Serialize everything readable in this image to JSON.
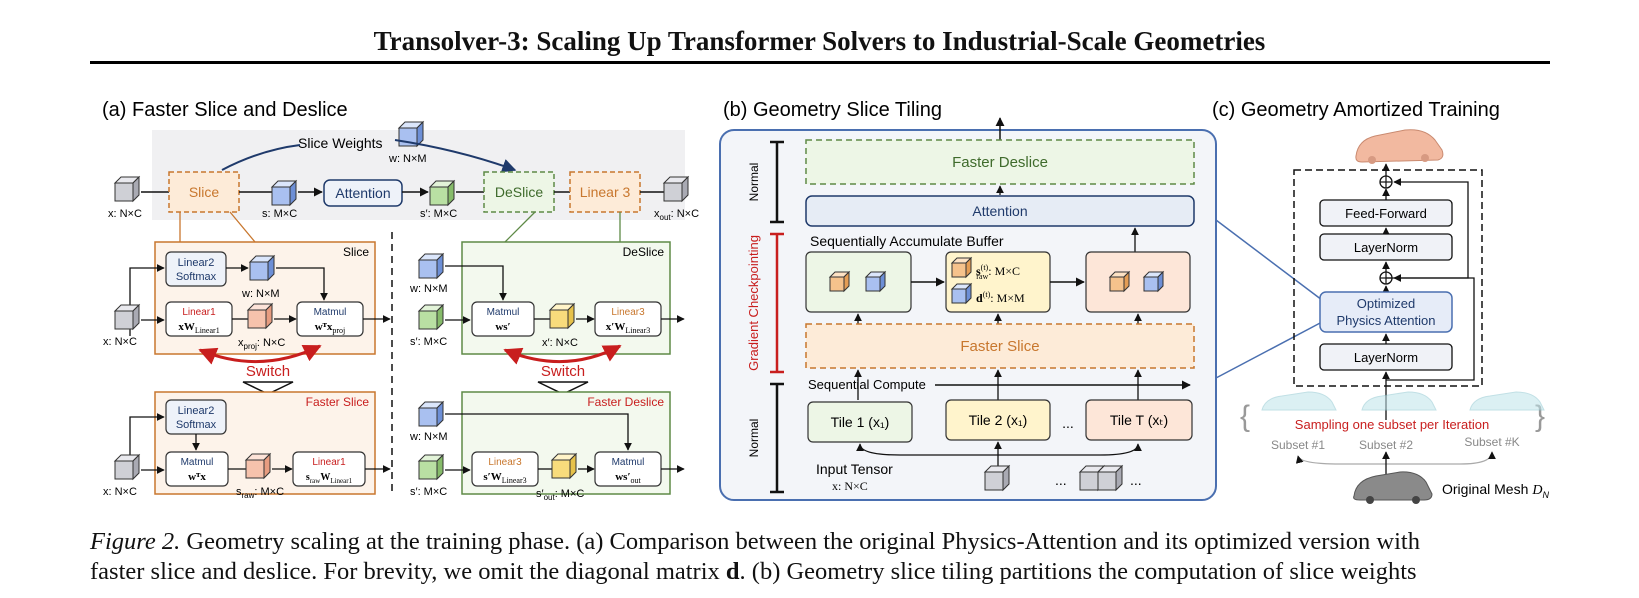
{
  "paper_title": "Transolver-3: Scaling Up Transformer Solvers to Industrial-Scale Geometries",
  "colors": {
    "orange": "#c8772e",
    "green": "#5e8a46",
    "blue": "#4a6fb0",
    "red": "#c81e1e",
    "darkblue": "#1f3a6b"
  },
  "panel_a": {
    "title": "(a) Faster Slice and Deslice",
    "slice_weights": "Slice Weights",
    "w_top": "w: N×M",
    "x_in": "x: N×C",
    "slice": "Slice",
    "s_label": "s: M×C",
    "attention": "Attention",
    "s_prime": "s′: M×C",
    "deslice": "DeSlice",
    "linear3": "Linear 3",
    "x_out": "x",
    "x_out_sub": "out",
    "x_out_dim": ": N×C",
    "slice_box": {
      "title": "Slice",
      "linear2": "Linear2",
      "softmax": "Softmax",
      "w": "w: N×M",
      "linear1": "Linear1",
      "xw": "xW",
      "xw_sub": "Linear1",
      "xproj": "x",
      "xproj_sub": "proj",
      "xproj_dim": ": N×C",
      "matmul": "Matmul",
      "wtx": "wᵀx",
      "wtx_sub": "proj",
      "x": "x: N×C"
    },
    "deslice_box": {
      "title": "DeSlice",
      "w": "w: N×M",
      "matmul": "Matmul",
      "wsp": "ws′",
      "linear3": "Linear3",
      "xw3": "x′W",
      "xw3_sub": "Linear3",
      "xp": "x′: N×C",
      "sp": "s′: M×C"
    },
    "switch": "Switch",
    "faster_slice_box": {
      "title": "Faster Slice",
      "linear2": "Linear2",
      "softmax": "Softmax",
      "matmul": "Matmul",
      "wtx": "wᵀx",
      "sraw": "s",
      "sraw_sub": "raw",
      "sraw_dim": ": M×C",
      "linear1": "Linear1",
      "srawW": "s",
      "srawW_sub": "raw",
      "srawW_w": "W",
      "srawW_wsub": "Linear1",
      "x": "x: N×C"
    },
    "faster_deslice_box": {
      "title": "Faster Deslice",
      "w": "w: N×M",
      "linear3": "Linear3",
      "sW": "s′W",
      "sW_sub": "Linear3",
      "matmul": "Matmul",
      "wsout": "ws′",
      "wsout_sub": "out",
      "sout": "s′",
      "sout_sub": "out",
      "sout_dim": ": M×C",
      "sp": "s′: M×C"
    }
  },
  "panel_b": {
    "title": "(b) Geometry Slice Tiling",
    "normal_top": "Normal",
    "grad_ckpt": "Gradient Checkpointing",
    "normal_bottom": "Normal",
    "faster_deslice": "Faster Deslice",
    "attention": "Attention",
    "buffer": "Sequentially Accumulate Buffer",
    "s_raw": "s",
    "s_raw_sup": "(t)",
    "s_raw_sub": "raw",
    "s_raw_dim": ": M×C",
    "d_t": "d",
    "d_t_sup": "(t)",
    "d_t_dim": ": M×M",
    "faster_slice": "Faster Slice",
    "seq_compute": "Sequential Compute",
    "tile1": "Tile 1 (x₁)",
    "tile2": "Tile 2 (x₁)",
    "ellipsis": "...",
    "tileT": "Tile T (xₜ)",
    "input_tensor": "Input Tensor",
    "input_dim": "x: N×C"
  },
  "panel_c": {
    "title": "(c) Geometry Amortized Training",
    "feed_forward": "Feed-Forward",
    "layernorm_top": "LayerNorm",
    "optimized": "Optimized",
    "physics_attention": "Physics Attention",
    "layernorm_bottom": "LayerNorm",
    "sampling": "Sampling one subset per Iteration",
    "subset1": "Subset #1",
    "subset2": "Subset #2",
    "subsetK": "Subset #K",
    "original_mesh": "Original Mesh",
    "mesh_sym": "D",
    "mesh_sub": "N"
  },
  "caption": {
    "label": "Figure 2.",
    "line1": "Geometry scaling at the training phase. (a) Comparison between the original Physics-Attention and its optimized version with",
    "line2a": "faster slice and deslice. For brevity, we omit the diagonal matrix ",
    "line2b": "d",
    "line2c": ". (b) Geometry slice tiling partitions the computation of slice weights"
  }
}
